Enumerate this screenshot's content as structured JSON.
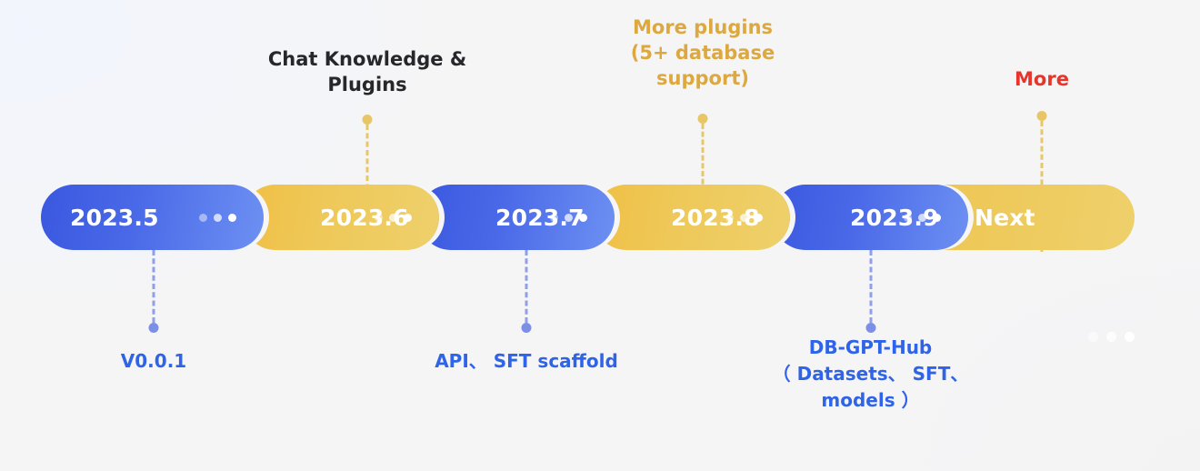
{
  "background": {
    "base_color": "#f5f5f6",
    "wash_color": "#f2f5fd"
  },
  "palette": {
    "blue_dark": "#3a58df",
    "blue_light": "#6d90f2",
    "yellow_dark": "#f0bf45",
    "yellow_light": "#eed06b",
    "text_blue": "#2f63e8",
    "text_amber": "#dda83f",
    "text_red": "#e8342a",
    "text_dark": "#26262b",
    "connector_yellow": "#e6c86a",
    "connector_blue": "#8f9fe8"
  },
  "timeline": {
    "segments": [
      {
        "label": "2023.5",
        "color": "blue",
        "has_dots": true
      },
      {
        "label": "2023.6",
        "color": "yellow",
        "has_dots": true
      },
      {
        "label": "2023.7",
        "color": "blue",
        "has_dots": true
      },
      {
        "label": "2023.8",
        "color": "yellow",
        "has_dots": true
      },
      {
        "label": "2023.9",
        "color": "blue",
        "has_dots": true
      },
      {
        "label": "Next",
        "color": "yellow",
        "has_dots": false
      }
    ]
  },
  "callouts_above": [
    {
      "text": "Chat Knowledge &\nPlugins",
      "color": "#26262b",
      "anchor_segment": "2023.6"
    },
    {
      "text": "More plugins\n(5+ database\nsupport)",
      "color": "#dda83f",
      "anchor_segment": "2023.8"
    },
    {
      "text": "More",
      "color": "#e8342a",
      "anchor_segment": "Next"
    }
  ],
  "callouts_below": [
    {
      "text": "V0.0.1",
      "color": "#2f63e8",
      "anchor_segment": "2023.5"
    },
    {
      "text": "API、 SFT scaffold",
      "color": "#2f63e8",
      "anchor_segment": "2023.7"
    },
    {
      "text": "DB-GPT-Hub\n（ Datasets、 SFT、\nmodels ）",
      "color": "#2f63e8",
      "anchor_segment": "2023.9"
    }
  ],
  "decoration": {
    "corner_dots_count": 3
  }
}
